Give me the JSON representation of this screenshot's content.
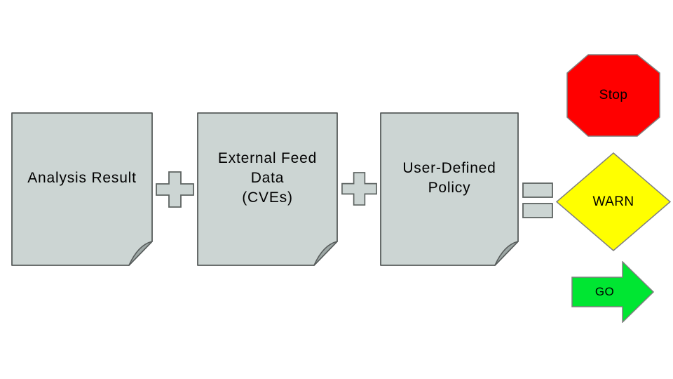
{
  "slide": {
    "background": "#ffffff"
  },
  "diagram": {
    "inputs": [
      {
        "name": "analysis-result",
        "lines": [
          "Analysis Result"
        ]
      },
      {
        "name": "external-feed-data",
        "lines": [
          "External Feed",
          "Data",
          "(CVEs)"
        ]
      },
      {
        "name": "user-defined-policy",
        "lines": [
          "User-Defined",
          "Policy"
        ]
      }
    ],
    "operators": [
      {
        "name": "plus-1",
        "symbol": "+"
      },
      {
        "name": "plus-2",
        "symbol": "+"
      },
      {
        "name": "equals",
        "symbol": "="
      }
    ],
    "outputs": [
      {
        "name": "stop",
        "label": "Stop",
        "shape": "octagon",
        "fill": "#ff0000"
      },
      {
        "name": "warn",
        "label": "WARN",
        "shape": "diamond",
        "fill": "#ffff00"
      },
      {
        "name": "go",
        "label": "GO",
        "shape": "right-arrow",
        "fill": "#00e632"
      }
    ],
    "colors": {
      "document_fill": "#ccd5d3",
      "document_border": "#575c5b",
      "fold_fill": "#9da7a5",
      "operator_fill": "#ccd5d3",
      "operator_border": "#5d6361",
      "sign_border": "#7f7f7f",
      "text": "#000000"
    }
  }
}
